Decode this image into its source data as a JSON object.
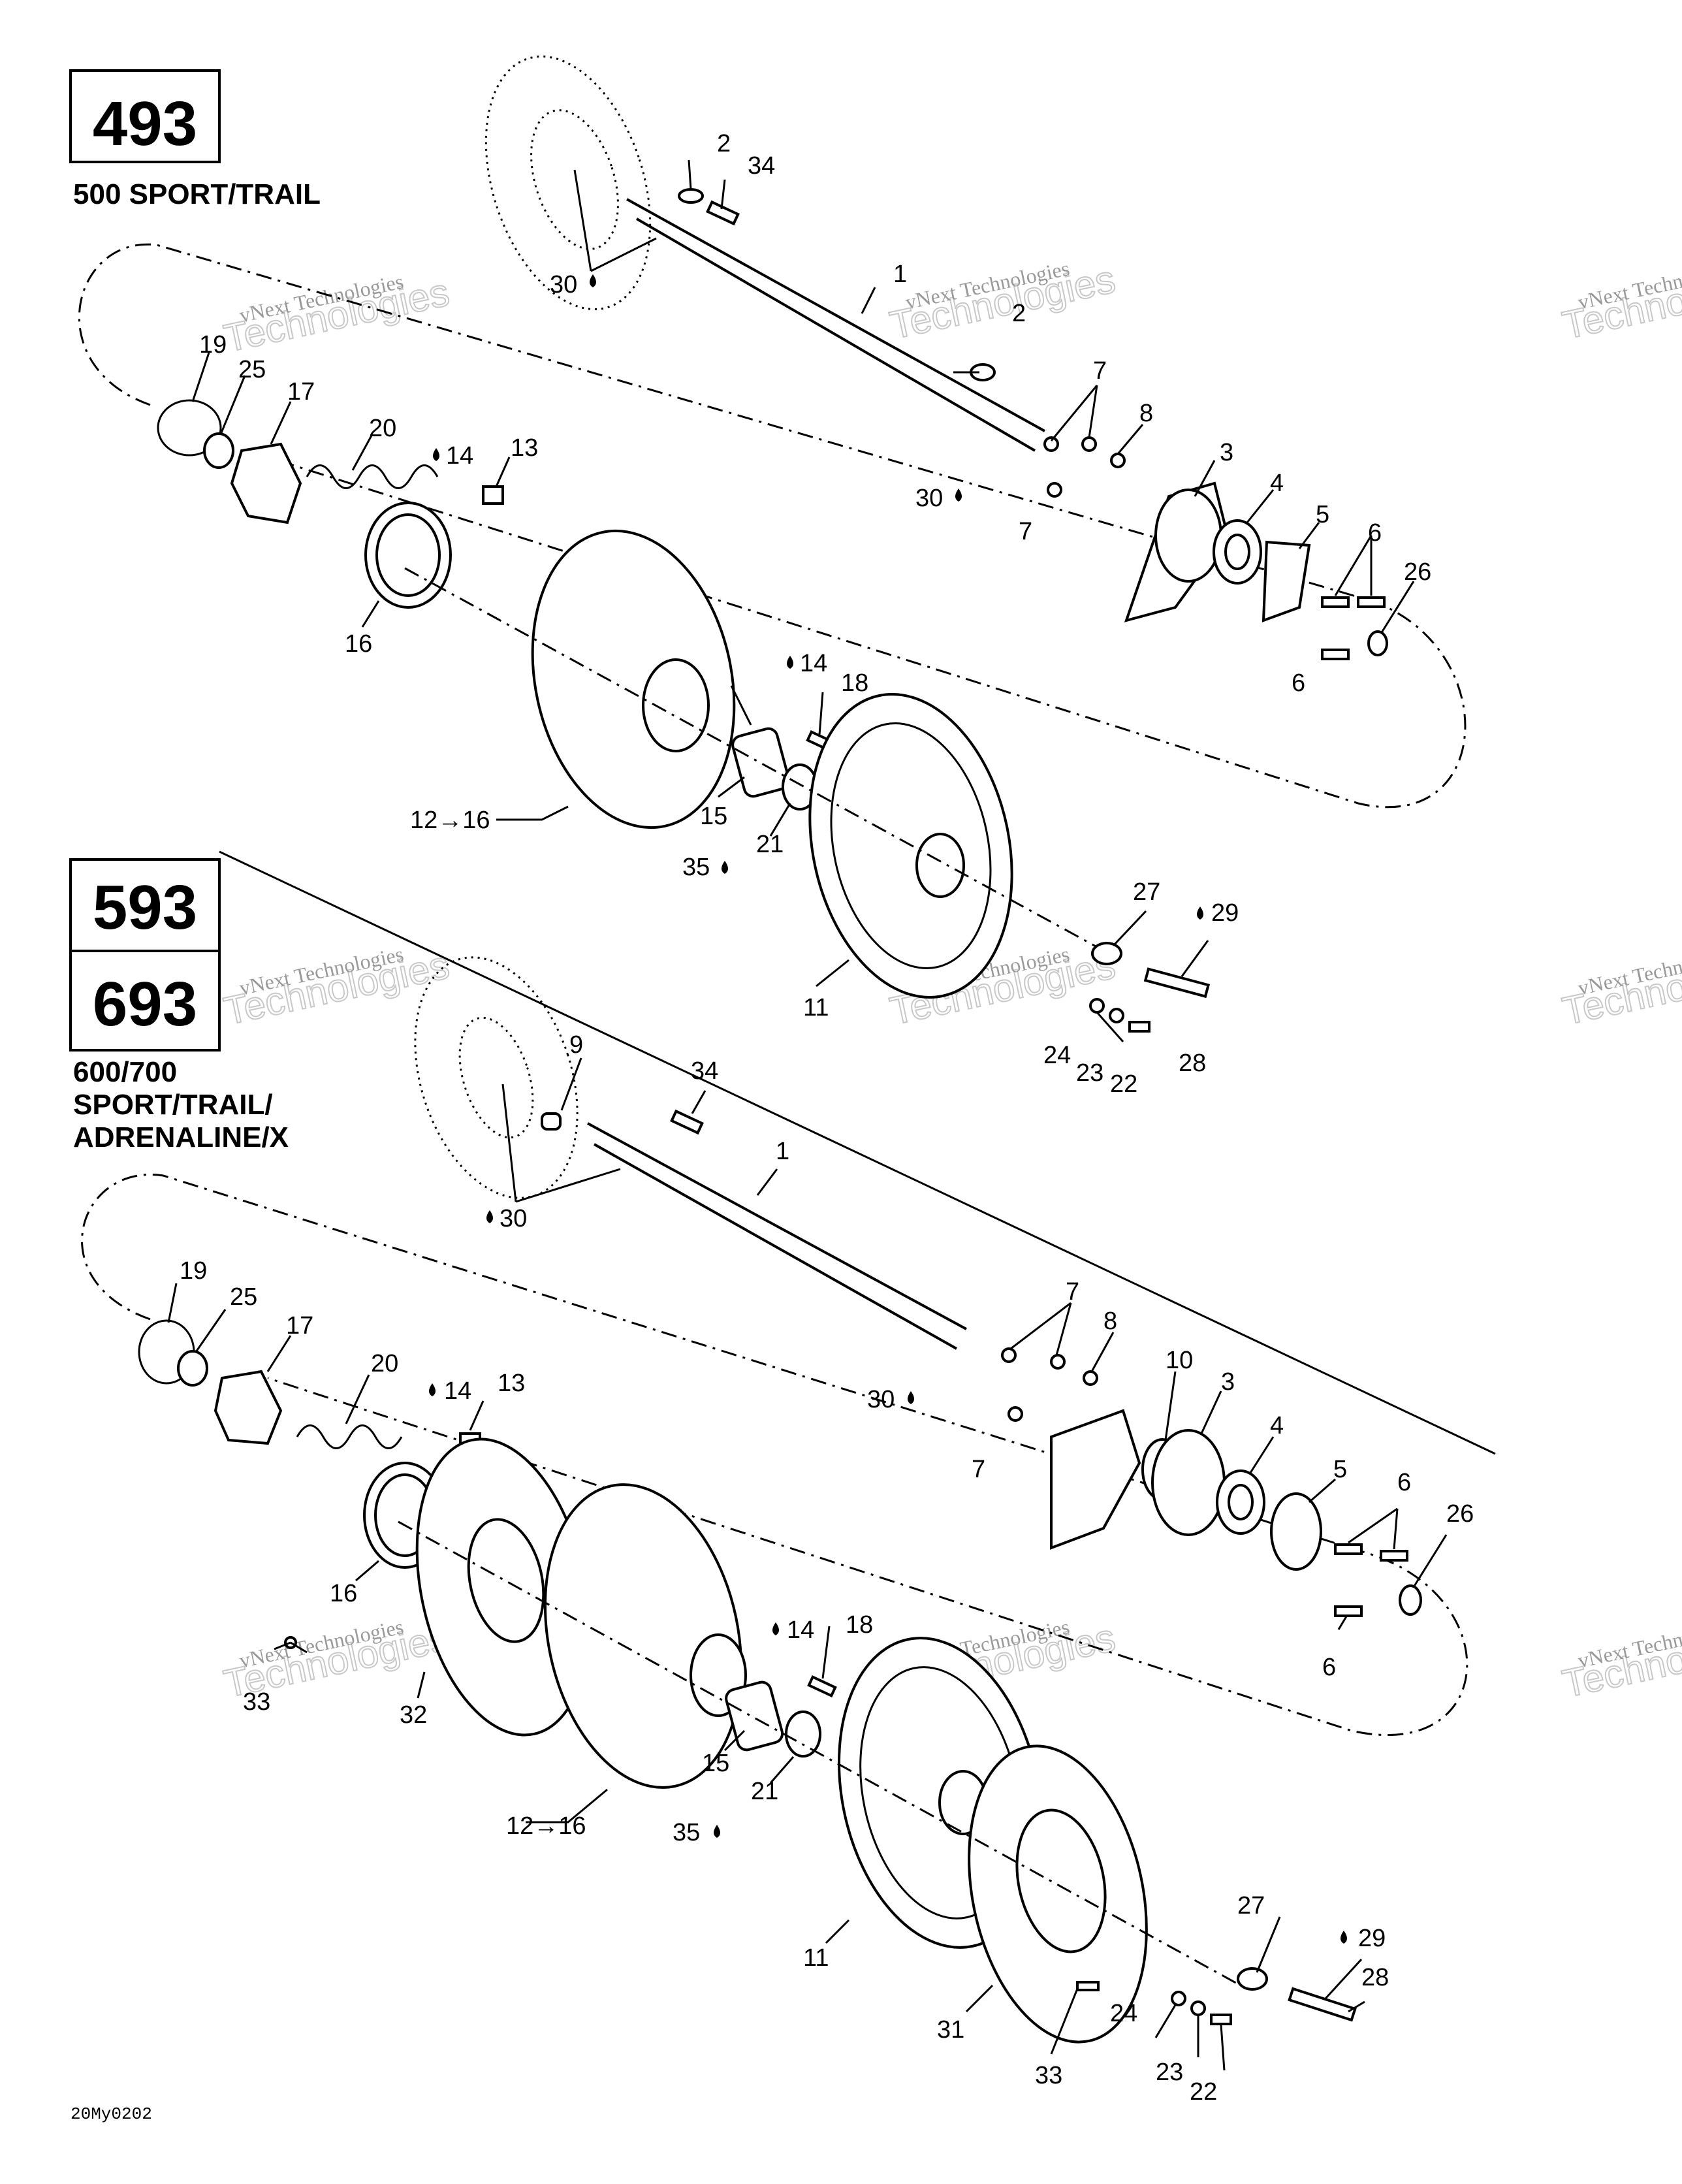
{
  "boxes": {
    "top": "493",
    "middle": "593",
    "bottom": "693"
  },
  "models": {
    "top": "500 SPORT/TRAIL",
    "bottom_line1": "600/700",
    "bottom_line2": "SPORT/TRAIL/",
    "bottom_line3": "ADRENALINE/X"
  },
  "watermark": {
    "line1": "vNext Technologies",
    "line2": "Technologies"
  },
  "reference": "20My0202",
  "callouts_top": [
    {
      "id": "c1",
      "label": "2"
    },
    {
      "id": "c2",
      "label": "34"
    },
    {
      "id": "c3",
      "label": "30"
    },
    {
      "id": "c4",
      "label": "1"
    },
    {
      "id": "c5",
      "label": "2"
    },
    {
      "id": "c6",
      "label": "7"
    },
    {
      "id": "c7",
      "label": "8"
    },
    {
      "id": "c8",
      "label": "30"
    },
    {
      "id": "c9",
      "label": "7"
    },
    {
      "id": "c10",
      "label": "3"
    },
    {
      "id": "c11",
      "label": "4"
    },
    {
      "id": "c12",
      "label": "5"
    },
    {
      "id": "c13",
      "label": "6"
    },
    {
      "id": "c14",
      "label": "26"
    },
    {
      "id": "c15",
      "label": "6"
    },
    {
      "id": "c16",
      "label": "19"
    },
    {
      "id": "c17",
      "label": "25"
    },
    {
      "id": "c18",
      "label": "17"
    },
    {
      "id": "c19",
      "label": "20"
    },
    {
      "id": "c20",
      "label": "14"
    },
    {
      "id": "c21",
      "label": "13"
    },
    {
      "id": "c22",
      "label": "16"
    },
    {
      "id": "c23",
      "label": "14"
    },
    {
      "id": "c24",
      "label": "18"
    },
    {
      "id": "c25",
      "label": "12→16"
    },
    {
      "id": "c26",
      "label": "15"
    },
    {
      "id": "c27",
      "label": "21"
    },
    {
      "id": "c28",
      "label": "35"
    },
    {
      "id": "c29",
      "label": "11"
    },
    {
      "id": "c30",
      "label": "27"
    },
    {
      "id": "c31",
      "label": "29"
    },
    {
      "id": "c32",
      "label": "24"
    },
    {
      "id": "c33",
      "label": "23"
    },
    {
      "id": "c34",
      "label": "22"
    },
    {
      "id": "c35",
      "label": "28"
    }
  ],
  "callouts_bottom": [
    {
      "id": "d1",
      "label": "9"
    },
    {
      "id": "d2",
      "label": "34"
    },
    {
      "id": "d3",
      "label": "1"
    },
    {
      "id": "d4",
      "label": "30"
    },
    {
      "id": "d5",
      "label": "19"
    },
    {
      "id": "d6",
      "label": "25"
    },
    {
      "id": "d7",
      "label": "17"
    },
    {
      "id": "d8",
      "label": "20"
    },
    {
      "id": "d9",
      "label": "14"
    },
    {
      "id": "d10",
      "label": "13"
    },
    {
      "id": "d11",
      "label": "7"
    },
    {
      "id": "d12",
      "label": "8"
    },
    {
      "id": "d13",
      "label": "10"
    },
    {
      "id": "d14",
      "label": "3"
    },
    {
      "id": "d15",
      "label": "4"
    },
    {
      "id": "d16",
      "label": "30"
    },
    {
      "id": "d17",
      "label": "7"
    },
    {
      "id": "d18",
      "label": "5"
    },
    {
      "id": "d19",
      "label": "6"
    },
    {
      "id": "d20",
      "label": "26"
    },
    {
      "id": "d21",
      "label": "16"
    },
    {
      "id": "d22",
      "label": "6"
    },
    {
      "id": "d23",
      "label": "33"
    },
    {
      "id": "d24",
      "label": "32"
    },
    {
      "id": "d25",
      "label": "14"
    },
    {
      "id": "d26",
      "label": "18"
    },
    {
      "id": "d27",
      "label": "15"
    },
    {
      "id": "d28",
      "label": "21"
    },
    {
      "id": "d29",
      "label": "12→16"
    },
    {
      "id": "d30",
      "label": "35"
    },
    {
      "id": "d31",
      "label": "11"
    },
    {
      "id": "d32",
      "label": "27"
    },
    {
      "id": "d33",
      "label": "29"
    },
    {
      "id": "d34",
      "label": "28"
    },
    {
      "id": "d35",
      "label": "31"
    },
    {
      "id": "d36",
      "label": "24"
    },
    {
      "id": "d37",
      "label": "23"
    },
    {
      "id": "d38",
      "label": "22"
    },
    {
      "id": "d39",
      "label": "33"
    }
  ]
}
